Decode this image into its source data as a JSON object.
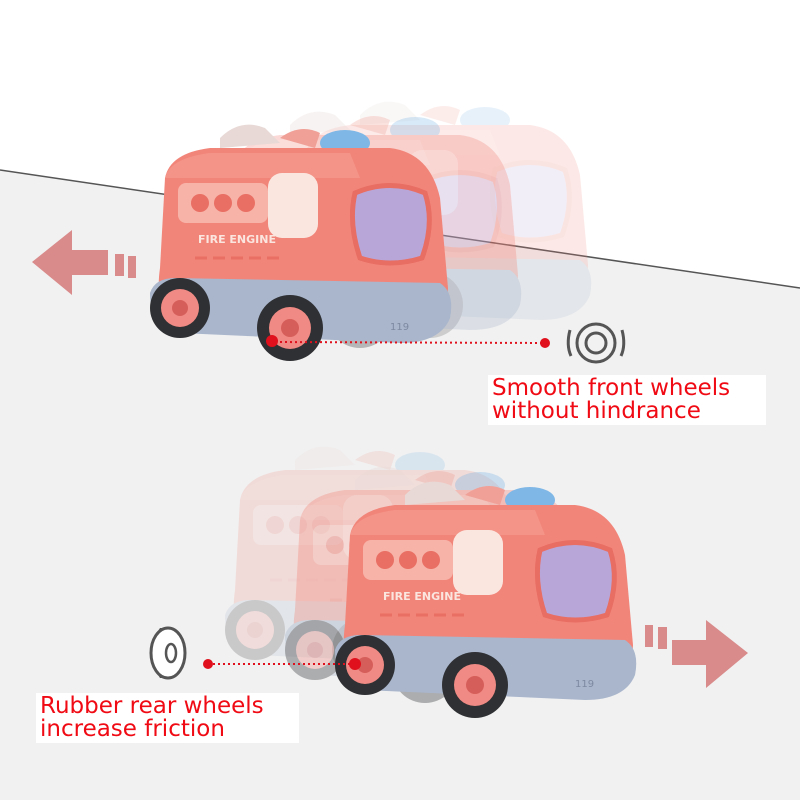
{
  "top_callout": {
    "line1": "Smooth front wheels",
    "line2": "without hindrance",
    "icon": "rotating-wheel-icon",
    "direction": "left"
  },
  "bottom_callout": {
    "line1": "Rubber rear wheels",
    "line2": "increase friction",
    "icon": "rubber-tire-icon",
    "direction": "right"
  },
  "truck": {
    "side_text": "FIRE ENGINE",
    "plate": "119"
  },
  "colors": {
    "body": "#f2857a",
    "base": "#a9b6cc",
    "window": "#b9a6d8",
    "light": "#7fb7e6",
    "callout": "#f00a14",
    "arrow": "#d98a8a"
  }
}
